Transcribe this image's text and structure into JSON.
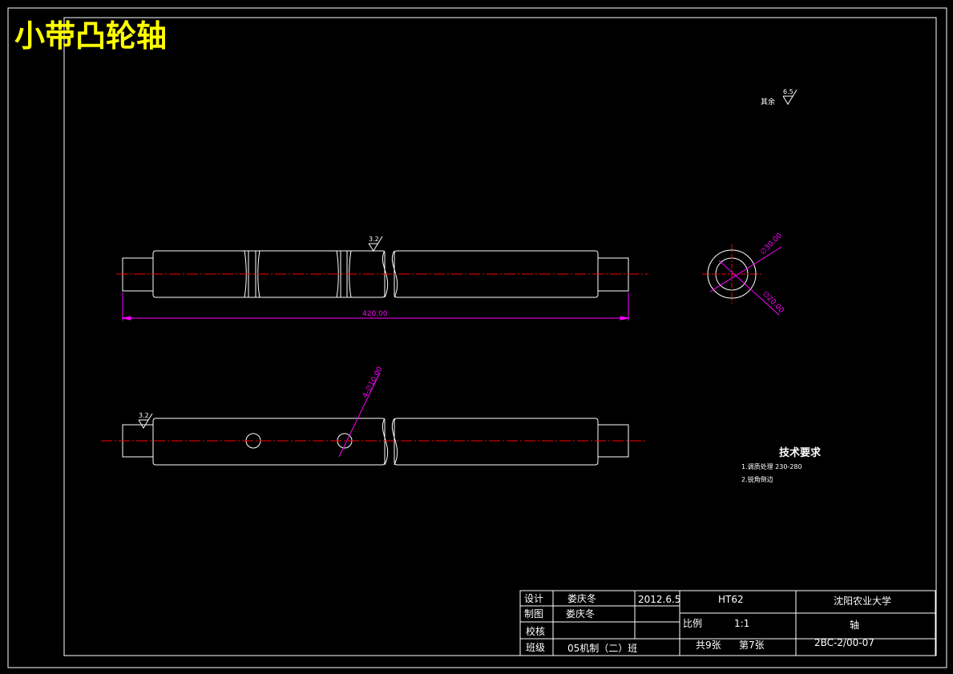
{
  "drawing_title": "小带凸轮轴",
  "roughness": {
    "else_label": "其余",
    "else_value": "6.5",
    "surface_value_top": "3.2",
    "surface_value_bottom": "3.2"
  },
  "dimensions": {
    "length": "420.00",
    "dia_outer": "∅30.00",
    "dia_inner": "∅20.00",
    "hole_dia": "4-∅10.00"
  },
  "tech_req": {
    "heading": "技术要求",
    "items": [
      "1.调质处理 230-280",
      "2.锐角倒边"
    ]
  },
  "title_block": {
    "design_label": "设计",
    "design_name": "娄庆冬",
    "date": "2012.6.5",
    "material": "HT62",
    "school": "沈阳农业大学",
    "draw_label": "制图",
    "draw_name": "娄庆冬",
    "ratio_label": "比例",
    "ratio_value": "1:1",
    "part_name": "轴",
    "check_label": "校核",
    "class_label": "班级",
    "class_value": "05机制（二）班",
    "sheet_total": "共9张",
    "sheet_no": "第7张",
    "drawing_no": "2BC-2/00-07"
  },
  "colors": {
    "line": "#ffffff",
    "center": "#ff0000",
    "dimension": "#ff00ff",
    "title": "#ffff00"
  }
}
